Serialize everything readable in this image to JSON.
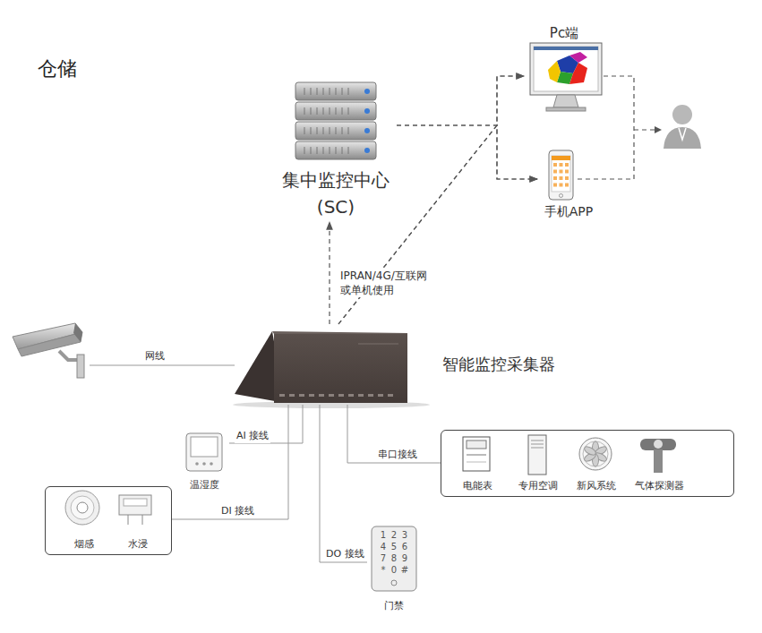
{
  "diagram": {
    "title": "仓储",
    "nodes": [
      {
        "text": [
          "集中监控中心 (SC)"
        ]
      },
      {
        "text": [
          "Pc端"
        ]
      },
      {
        "text": [
          "手机APP"
        ]
      },
      {
        "text": [
          "智能监控采集器"
        ]
      },
      {
        "text": [
          "温湿度"
        ]
      },
      {
        "text": []
      },
      {
        "text": [
          "电能表"
        ],
        "in": 5
      },
      {
        "text": [
          "专用空调"
        ],
        "in": 5
      },
      {
        "text": [
          "新风系统"
        ],
        "in": 5
      },
      {
        "text": [
          "气体探测器"
        ],
        "in": 5
      },
      {
        "text": []
      },
      {
        "text": [
          "烟感"
        ],
        "in": 10
      },
      {
        "text": [
          "水浸"
        ],
        "in": 10
      },
      {
        "text": [
          "门禁"
        ]
      }
    ],
    "edges": [
      {
        "from": 0,
        "to": 1,
        "arrow": "to"
      },
      {
        "from": 0,
        "to": 2,
        "arrow": "to"
      },
      {
        "from": 3,
        "to": 0,
        "label": "IPRAN/4G/互联网 或单机使用",
        "arrow": "to"
      },
      {
        "from": 3,
        "to": 1,
        "arrow": "to"
      },
      {
        "from": 3,
        "to": 2,
        "arrow": "to"
      },
      {
        "from": 3,
        "to": 4,
        "label": "AI 接线",
        "arrow": "none"
      },
      {
        "from": 3,
        "to": 10,
        "label": "DI 接线",
        "arrow": "none"
      },
      {
        "from": 3,
        "to": 13,
        "label": "DO 接线",
        "arrow": "none"
      },
      {
        "from": 3,
        "to": 5,
        "label": "串口接线",
        "arrow": "none"
      }
    ],
    "labels": [
      "网线",
      "1",
      "2",
      "3",
      "4",
      "5",
      "6",
      "7",
      "8",
      "9",
      "*",
      "0",
      "#"
    ]
  }
}
